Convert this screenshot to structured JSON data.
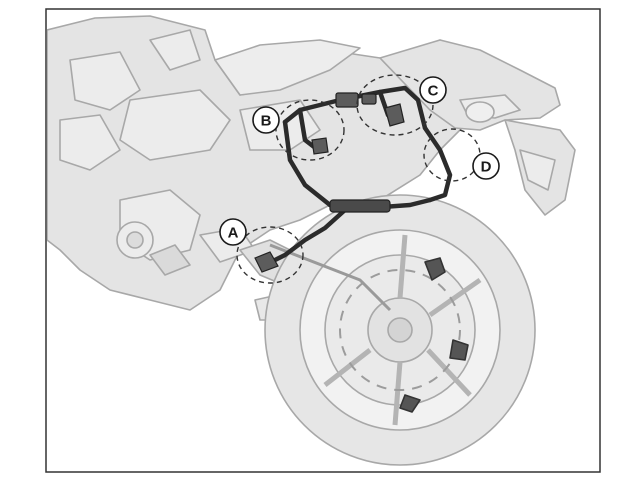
{
  "callouts": [
    {
      "id": "A",
      "label": "A"
    },
    {
      "id": "B",
      "label": "B"
    },
    {
      "id": "C",
      "label": "C"
    },
    {
      "id": "D",
      "label": "D"
    }
  ],
  "colors": {
    "bike_fill": "#e4e4e4",
    "bike_stroke": "#a8a8a8",
    "frame_stroke": "#2b2b2b",
    "frame_fill": "#6a6a6a",
    "border": "#333333"
  }
}
